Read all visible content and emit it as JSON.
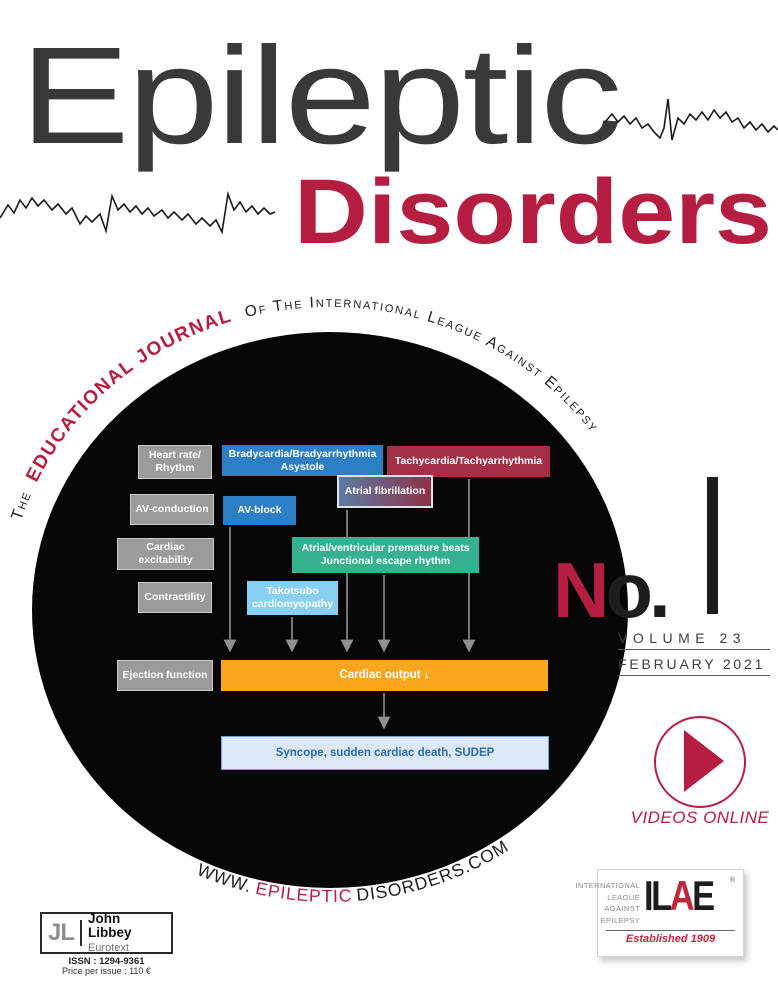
{
  "masthead": {
    "title": "Epileptic",
    "subtitle": "Disorders"
  },
  "arc_title": {
    "prefix": "The",
    "highlight": "EDUCATIONAL JOURNAL",
    "suffix": "Of The International League Against Epilepsy"
  },
  "website": {
    "prefix": "WWW.",
    "highlight": "EPILEPTIC",
    "suffix": "DISORDERS.COM"
  },
  "issue": {
    "no_n": "N",
    "no_o": "o.",
    "number": "1",
    "volume": "VOLUME 23",
    "date": "FEBRUARY 2021"
  },
  "videos": {
    "label": "VIDEOS ONLINE"
  },
  "diagram": {
    "rows": {
      "heart_rate": {
        "line1": "Heart rate/",
        "line2": "Rhythm"
      },
      "av_conduction": "AV-conduction",
      "cardiac_excitability": "Cardiac excitability",
      "contractility": "Contractility",
      "ejection_function": "Ejection function"
    },
    "nodes": {
      "bradycardia": {
        "line1": "Bradycardia/Bradyarrhythmia",
        "line2": "Asystole"
      },
      "tachycardia": "Tachycardia/Tachyarrhythmia",
      "atrial_fibrillation": "Atrial fibrillation",
      "av_block": "AV-block",
      "premature_beats": {
        "line1": "Atrial/ventricular premature beats",
        "line2": "Junctional escape rhythm"
      },
      "takotsubo": {
        "line1": "Takotsubo",
        "line2": "cardiomyopathy"
      },
      "cardiac_output": "Cardiac output ↓",
      "syncope": "Syncope, sudden cardiac death, SUDEP"
    },
    "colors": {
      "gray": "#9b9b9b",
      "blue": "#2c7fc4",
      "dark_red": "#a43048",
      "teal": "#36b190",
      "light_blue": "#87cff3",
      "orange": "#f7a61e",
      "syncope_text": "#2b6cb4"
    }
  },
  "publisher": {
    "mark": "JL",
    "name": "John Libbey",
    "sub": "Eurotext",
    "issn": "ISSN : 1294-9361",
    "price": "Price per issue : 110 €"
  },
  "ilae": {
    "lines": [
      "INTERNATIONAL",
      "LEAGUE",
      "AGAINST",
      "EPILEPSY"
    ],
    "mark_il": "IL",
    "mark_a": "A",
    "mark_e": "E",
    "reg": "®",
    "established": "Established 1909"
  },
  "colors": {
    "accent_red": "#b51e40",
    "ink": "#1d1d1f",
    "title_gray": "#39393b"
  }
}
